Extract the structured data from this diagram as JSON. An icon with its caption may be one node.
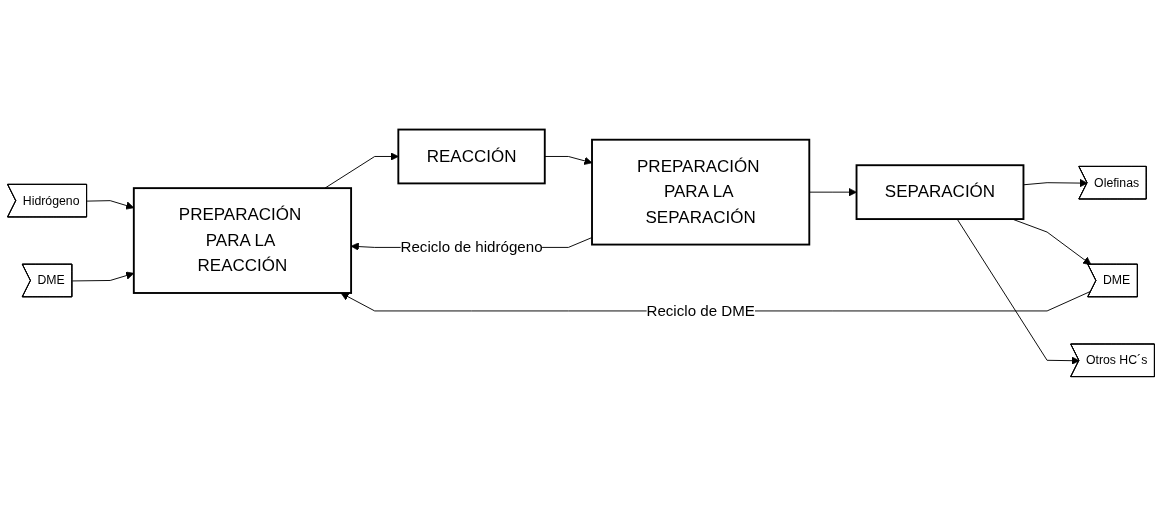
{
  "diagram": {
    "nodes": [
      {
        "text": [
          "Hidrógeno"
        ]
      },
      {
        "text": [
          "DME"
        ]
      },
      {
        "text": [
          "PREPARACIÓN PARA LA REACCIÓN"
        ]
      },
      {
        "text": [
          "REACCIÓN"
        ]
      },
      {
        "text": [
          "PREPARACIÓN PARA LA SEPARACIÓN"
        ]
      },
      {
        "text": [
          "SEPARACIÓN"
        ]
      },
      {
        "text": [
          "Olefinas"
        ]
      },
      {
        "text": [
          "DME"
        ]
      },
      {
        "text": [
          "Otros HC´s"
        ]
      }
    ],
    "edges": [
      {
        "from": 0,
        "to": 2,
        "arrow": "to"
      },
      {
        "from": 1,
        "to": 2,
        "arrow": "to"
      },
      {
        "from": 2,
        "to": 3,
        "arrow": "to"
      },
      {
        "from": 3,
        "to": 4,
        "arrow": "to"
      },
      {
        "from": 4,
        "to": 5,
        "arrow": "to"
      },
      {
        "from": 5,
        "to": 6,
        "arrow": "to"
      },
      {
        "from": 5,
        "to": 7,
        "arrow": "to"
      },
      {
        "from": 5,
        "to": 8,
        "arrow": "to"
      },
      {
        "from": 4,
        "to": 2,
        "arrow": "to",
        "label": "Reciclo de hidrógeno"
      },
      {
        "from": 7,
        "to": 2,
        "arrow": "to",
        "label": "Reciclo de DME"
      }
    ]
  }
}
